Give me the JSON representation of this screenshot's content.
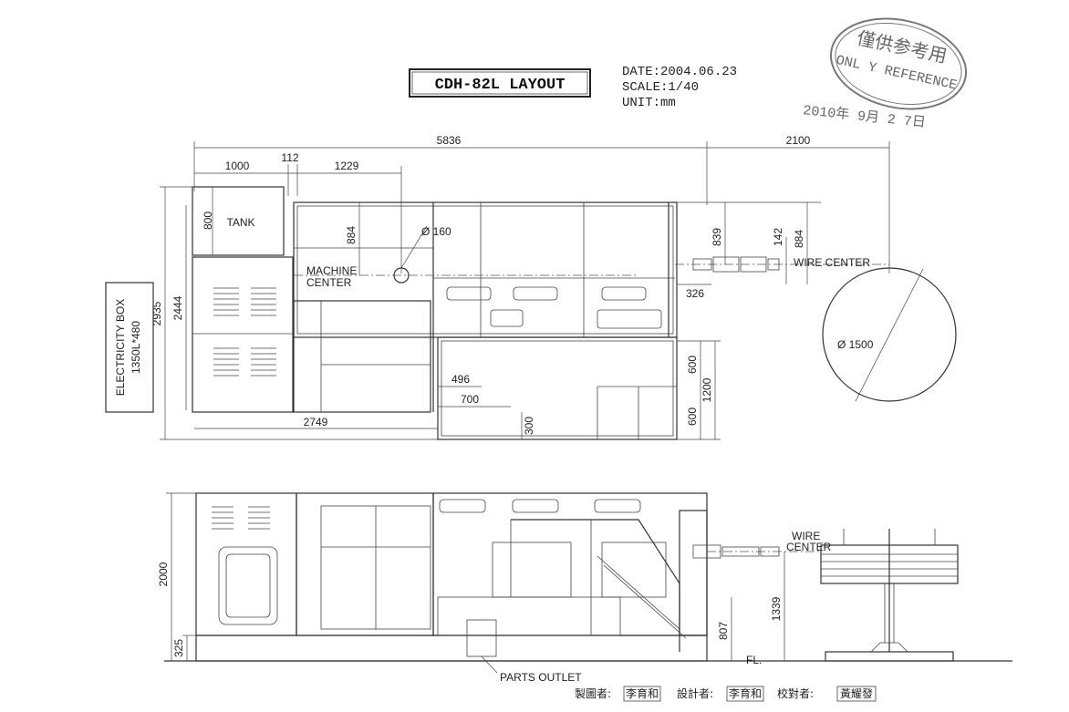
{
  "title": "CDH-82L LAYOUT",
  "info": {
    "date": "DATE:2004.06.23",
    "scale": "SCALE:1/40",
    "unit": "UNIT:mm"
  },
  "stamp": {
    "line1": "僅供参考用",
    "line2": "ONL Y REFERENCE",
    "date": "2010年 9月 2 7日"
  },
  "labels": {
    "tank": "TANK",
    "machine_center_1": "MACHINE",
    "machine_center_2": "CENTER",
    "wire_center_top": "WIRE CENTER",
    "wire_center_side_1": "WIRE",
    "wire_center_side_2": "CENTER",
    "electricity_box_1": "ELECTRICITY BOX",
    "electricity_box_2": "1350L*480",
    "parts_outlet": "PARTS OUTLET",
    "fl": "FL.",
    "diam_160": "Ø 160",
    "diam_1500": "Ø 1500"
  },
  "dimensions": {
    "d5836": "5836",
    "d2100": "2100",
    "d1000": "1000",
    "d112": "112",
    "d1229": "1229",
    "d800": "800",
    "d884a": "884",
    "d839": "839",
    "d142": "142",
    "d884b": "884",
    "d326": "326",
    "d2935": "2935",
    "d2444": "2444",
    "d496": "496",
    "d700": "700",
    "d300": "300",
    "d2749": "2749",
    "d600a": "600",
    "d1200": "1200",
    "d600b": "600",
    "d2000": "2000",
    "d325": "325",
    "d807": "807",
    "d1339": "1339"
  },
  "signatures": {
    "drawn_by_label": "製圖者:",
    "drawn_by_name": "李育和",
    "designed_by_label": "設計者:",
    "designed_by_name": "李育和",
    "checked_by_label": "校對者:",
    "checked_by_name": "黃耀發"
  }
}
